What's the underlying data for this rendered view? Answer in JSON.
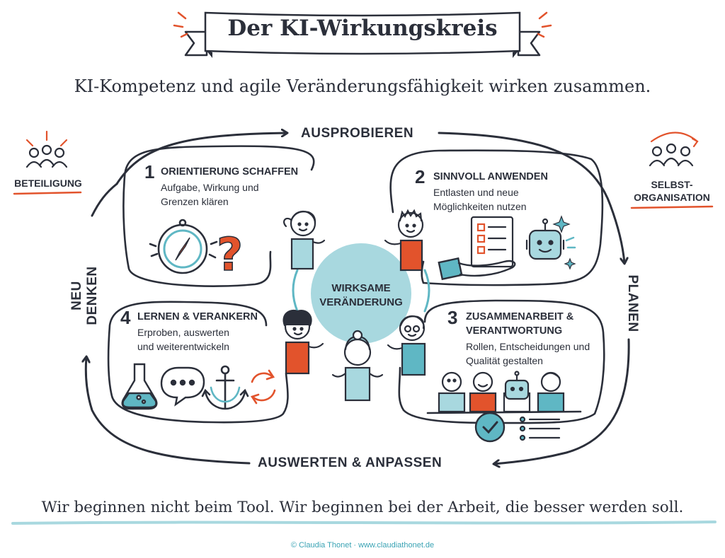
{
  "title": "Der KI-Wirkungskreis",
  "subtitle": "KI-Kompetenz und agile Veränderungsfähigkeit wirken zusammen.",
  "cycle": {
    "top": "AUSPROBIEREN",
    "right": "PLANEN",
    "bottom": "AUSWERTEN & ANPASSEN",
    "left": "NEU DENKEN"
  },
  "side": {
    "left": "BETEILIGUNG",
    "right_line1": "SELBST-",
    "right_line2": "ORGANISATION"
  },
  "center": {
    "line1": "WIRKSAME",
    "line2": "VERÄNDERUNG"
  },
  "steps": [
    {
      "number": "1",
      "title": "ORIENTIERUNG SCHAFFEN",
      "line1": "Aufgabe, Wirkung und",
      "line2": "Grenzen klären"
    },
    {
      "number": "2",
      "title": "SINNVOLL ANWENDEN",
      "line1": "Entlasten und neue",
      "line2": "Möglichkeiten nutzen"
    },
    {
      "number": "3",
      "title_line1": "ZUSAMMENARBEIT &",
      "title_line2": "VERANTWORTUNG",
      "line1": "Rollen, Entscheidungen und",
      "line2": "Qualität gestalten"
    },
    {
      "number": "4",
      "title": "LERNEN & VERANKERN",
      "line1": "Erproben, auswerten",
      "line2": "und weiterentwickeln"
    }
  ],
  "footer": "Wir beginnen nicht beim Tool. Wir beginnen bei der Arbeit, die besser werden soll.",
  "credit": "© Claudia Thonet  ·  www.claudiathonet.de",
  "icons": [
    "compass-icon",
    "question-mark-icon",
    "checklist-icon",
    "hand-icon",
    "robot-icon",
    "sparkle-icon",
    "flask-icon",
    "speech-bubble-icon",
    "anchor-icon",
    "cycle-arrows-icon",
    "check-circle-icon",
    "list-icon",
    "people-group-icon"
  ],
  "colors": {
    "ink": "#2b2f3a",
    "teal": "#5fb7c4",
    "red": "#e2532c",
    "light_teal": "#a8d8df"
  }
}
